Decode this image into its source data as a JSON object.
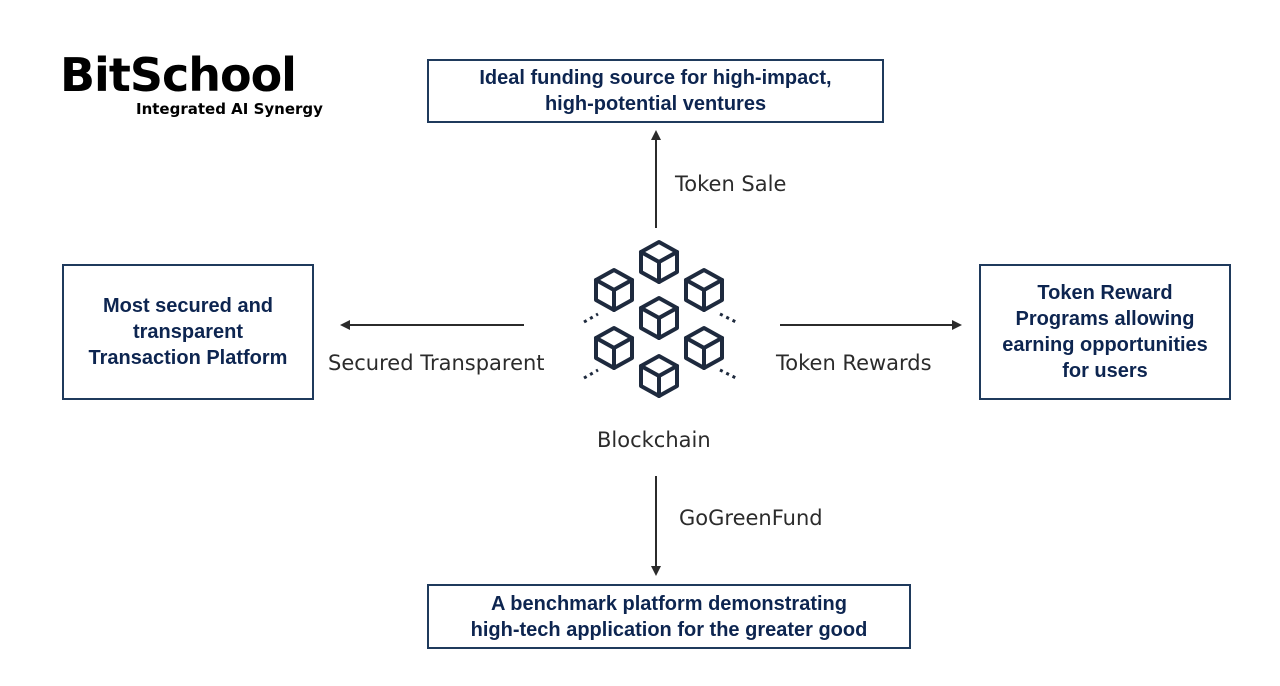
{
  "logo": {
    "title": "BitSchool",
    "subtitle": "Integrated AI Synergy"
  },
  "center": {
    "label": "Blockchain"
  },
  "top": {
    "edge_label": "Token Sale",
    "box_lines": [
      "Ideal funding source for high-impact,",
      "high-potential ventures"
    ]
  },
  "left": {
    "edge_label": "Secured Transparent",
    "box_lines": [
      "Most secured and",
      "transparent",
      "Transaction Platform"
    ]
  },
  "right": {
    "edge_label": "Token Rewards",
    "box_lines": [
      "Token Reward",
      "Programs allowing",
      "earning opportunities",
      "for users"
    ]
  },
  "bottom": {
    "edge_label": "GoGreenFund",
    "box_lines": [
      "A benchmark platform demonstrating",
      "high-tech application for the greater good"
    ]
  },
  "colors": {
    "box_border": "#1f3a5c",
    "box_text": "#0d2550",
    "arrow": "#2b2b2b",
    "cube": "#1e2a3e"
  },
  "icons": {
    "center_icon": "blockchain-cubes-icon"
  }
}
